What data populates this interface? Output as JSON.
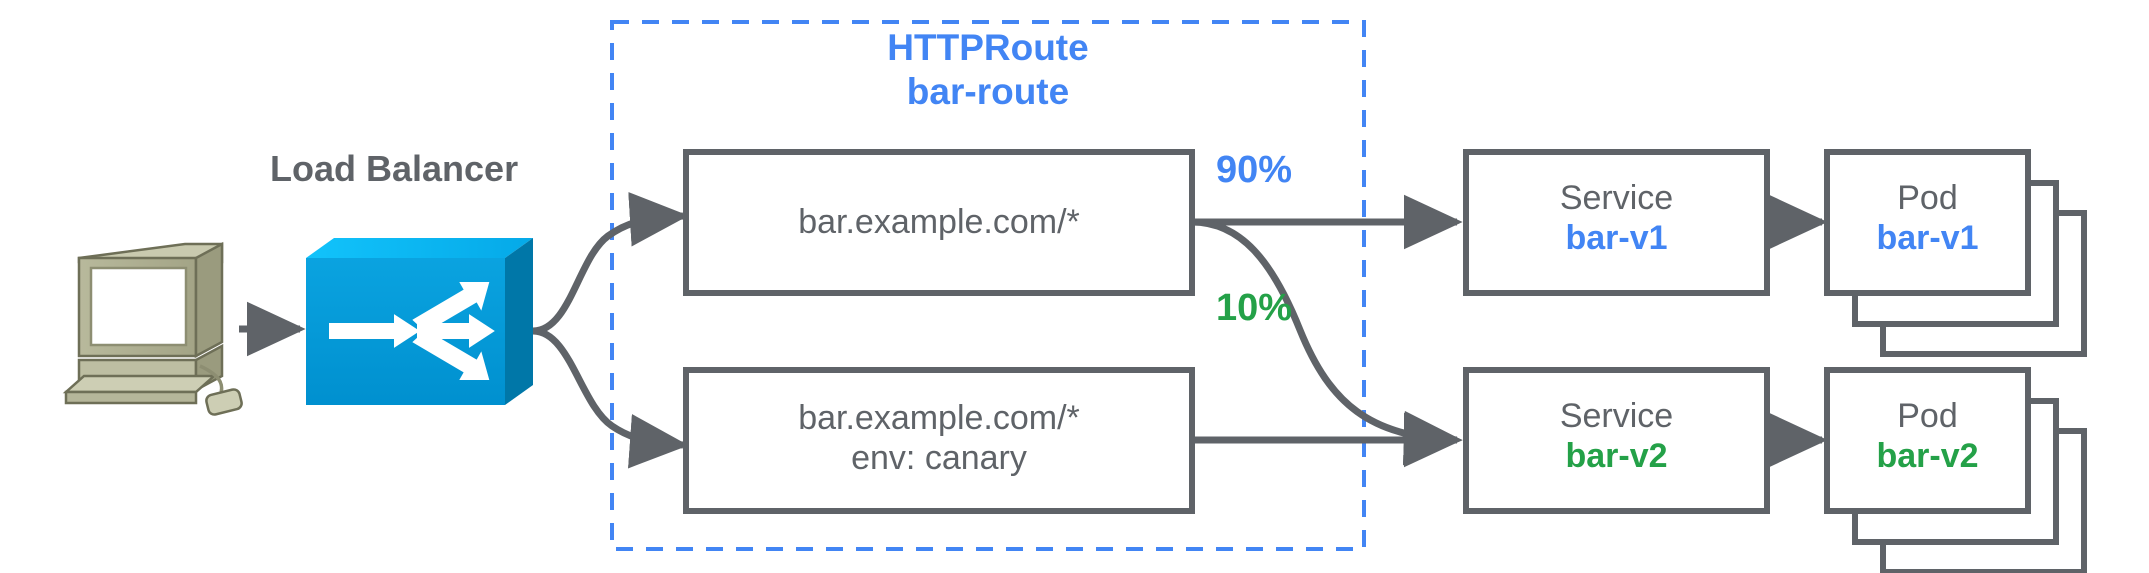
{
  "diagram": {
    "title_group": {
      "kind": "HTTPRoute",
      "name": "bar-route"
    },
    "client": {
      "icon": "workstation-icon"
    },
    "load_balancer": {
      "label": "Load Balancer",
      "icon": "network-switch-icon"
    },
    "rules": [
      {
        "id": "rule-1",
        "line1": "bar.example.com/*",
        "line2": ""
      },
      {
        "id": "rule-2",
        "line1": "bar.example.com/*",
        "line2": "env: canary"
      }
    ],
    "weights": [
      {
        "label": "90%",
        "color": "#4285f4"
      },
      {
        "label": "10%",
        "color": "#24a148"
      }
    ],
    "services": [
      {
        "title": "Service",
        "name": "bar-v1",
        "color": "#4285f4"
      },
      {
        "title": "Service",
        "name": "bar-v2",
        "color": "#24a148"
      }
    ],
    "pods": [
      {
        "title": "Pod",
        "name": "bar-v1",
        "color": "#4285f4",
        "replicas": 3
      },
      {
        "title": "Pod",
        "name": "bar-v2",
        "color": "#24a148",
        "replicas": 3
      }
    ],
    "colors": {
      "accent_blue": "#4285f4",
      "accent_green": "#24a148",
      "stroke_gray": "#5f6368",
      "switch_blue": "#0099da",
      "switch_top": "#00b5f0",
      "switch_side": "#0077a8",
      "workstation_body": "#aaab8b",
      "workstation_light": "#c6c7ad",
      "background": "#ffffff"
    }
  }
}
